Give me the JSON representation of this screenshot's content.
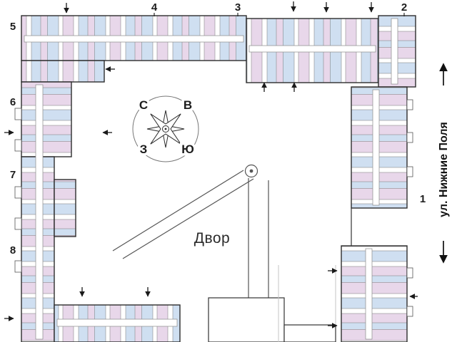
{
  "sections": {
    "s1": "1",
    "s2": "2",
    "s3": "3",
    "s4": "4",
    "s5": "5",
    "s6": "6",
    "s7": "7",
    "s8": "8"
  },
  "compass": {
    "north": "С",
    "east": "В",
    "west": "З",
    "south": "Ю"
  },
  "labels": {
    "courtyard": "Двор",
    "street": "ул. Нижние Поля"
  },
  "colors": {
    "unit_blue": "#cfdff1",
    "unit_pink": "#e8d7ea",
    "wall": "#2d2d2d",
    "ramp_line": "#555555",
    "corridor_line": "#8a8a8a",
    "faint_line": "#c4c4c4"
  },
  "icons": {
    "entrance_arrow_icon": "thin-line-arrow",
    "street_direction_arrow_icon": "bold-line-arrow",
    "compass_rose_icon": "8-point-star-in-circle"
  }
}
